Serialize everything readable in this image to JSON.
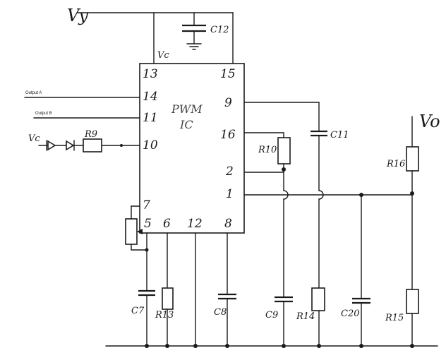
{
  "supply": {
    "vy": "Vy",
    "vc": "Vc",
    "vo": "Vo",
    "vcc_in": "Vc"
  },
  "ic": {
    "line1": "PWM",
    "line2": "IC"
  },
  "pins": {
    "p13": "13",
    "p15": "15",
    "p14": "14",
    "p11": "11",
    "p10": "10",
    "p9": "9",
    "p16": "16",
    "p2": "2",
    "p1": "1",
    "p7": "7",
    "p5": "5",
    "p6": "6",
    "p12": "12",
    "p8": "8"
  },
  "signals": {
    "output_a": "Output A",
    "output_b": "Output B"
  },
  "components": {
    "c12": "C12",
    "r9": "R9",
    "r10": "R10",
    "c11": "C11",
    "r16": "R16",
    "c7": "C7",
    "r13": "R13",
    "c8": "C8",
    "c9": "C9",
    "r14": "R14",
    "c20": "C20",
    "r15": "R15"
  }
}
